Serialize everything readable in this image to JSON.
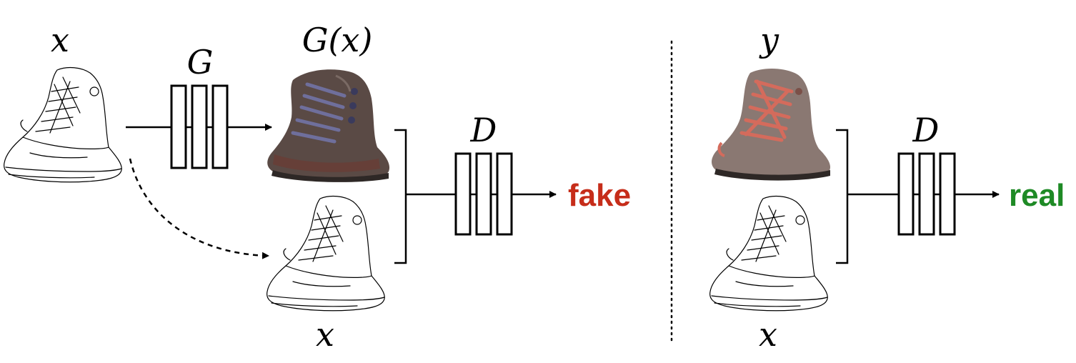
{
  "labels": {
    "input_x": "x",
    "generator": "G",
    "generated": "G(x)",
    "disc_fake": "D",
    "fake_condition_x": "x",
    "fake_output": "fake",
    "real_y": "y",
    "disc_real": "D",
    "real_condition_x": "x",
    "real_output": "real"
  },
  "colors": {
    "fake": "#c62d1a",
    "real": "#1e8a25",
    "stroke": "#000000",
    "boot_generated_body": "#5a4a45",
    "boot_generated_laces": "#6f6f9c",
    "boot_real_body": "#8a7872",
    "boot_real_laces": "#d46b5c",
    "boot_sole": "#2e2826"
  },
  "icons": {
    "sketch": "boot-sketch-icon",
    "generated_photo": "generated-boot-photo",
    "real_photo": "real-boot-photo"
  }
}
